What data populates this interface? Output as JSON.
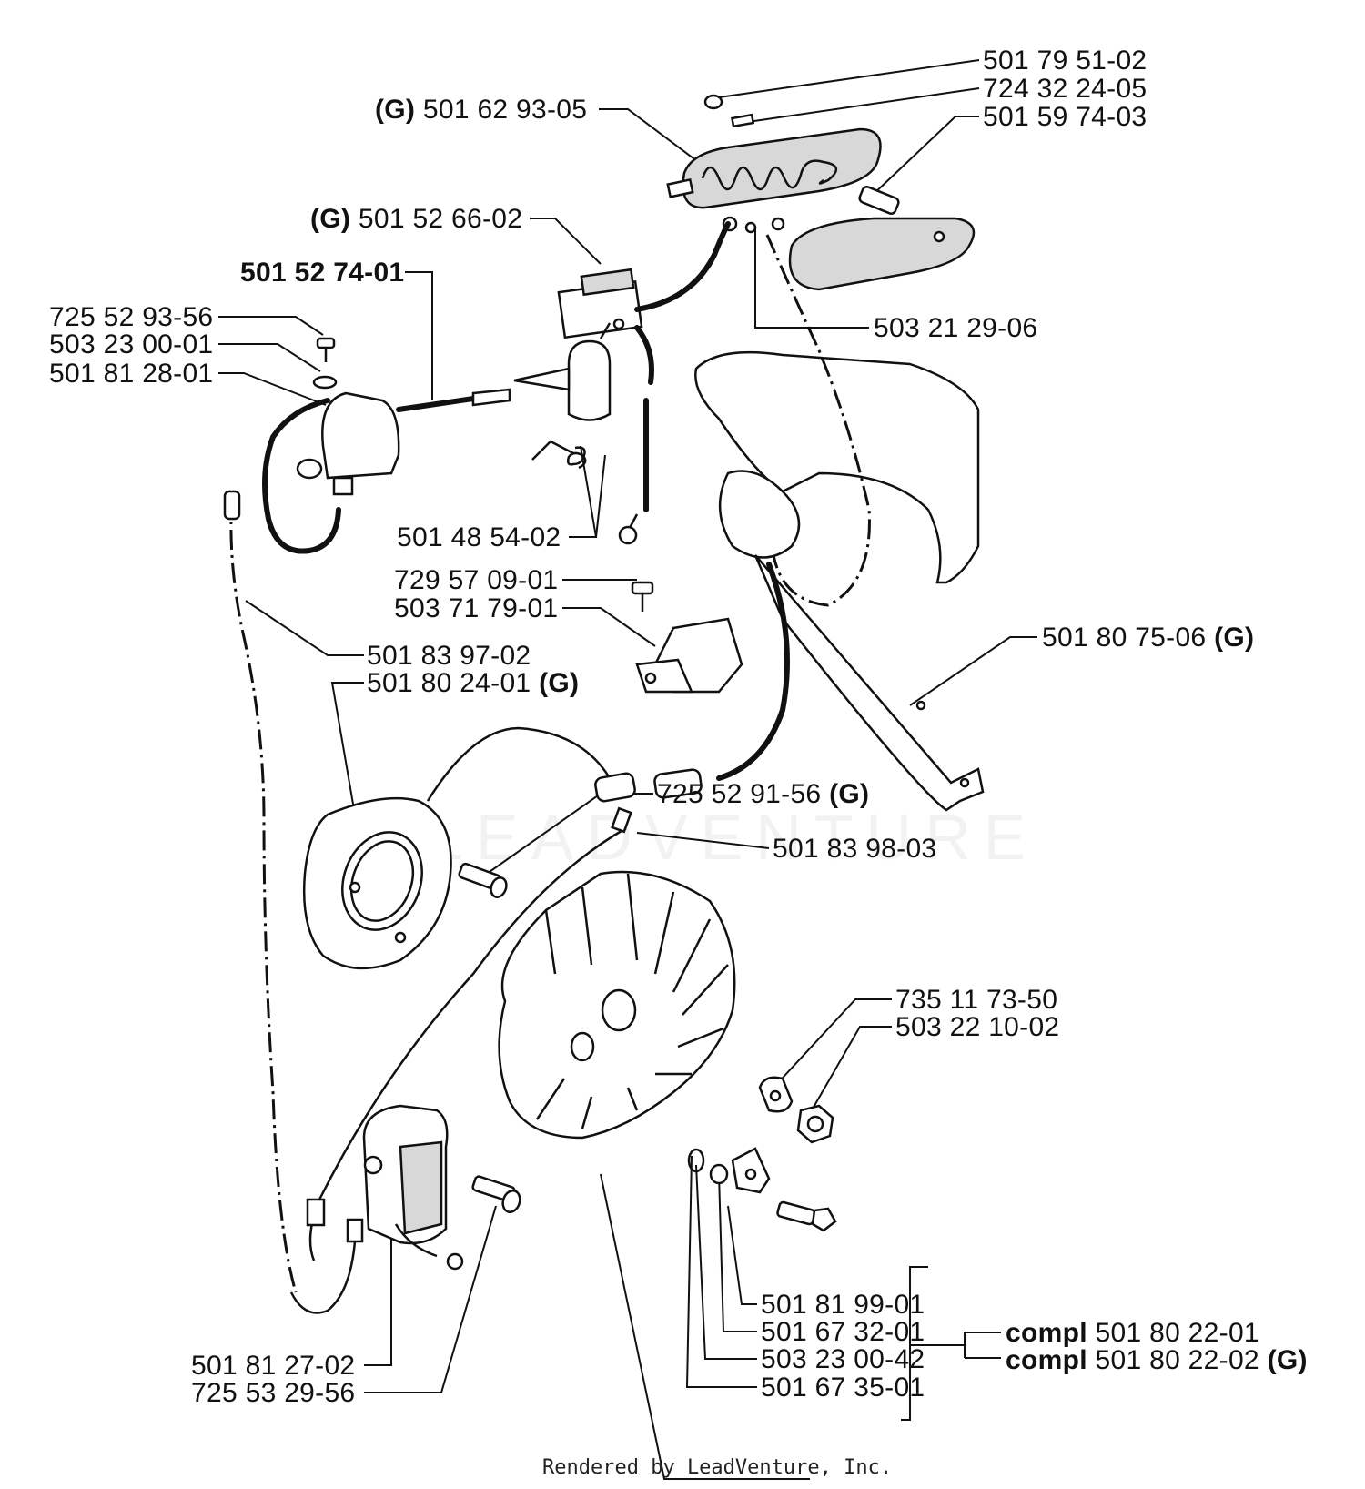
{
  "watermark": "LEADVENTURE",
  "footer": "Rendered by LeadVenture, Inc.",
  "labels": {
    "p1": {
      "pre": "",
      "num": "501 79 51-02",
      "suf": ""
    },
    "p2": {
      "pre": "",
      "num": "724 32 24-05",
      "suf": ""
    },
    "p3": {
      "pre": "",
      "num": "501 59 74-03",
      "suf": ""
    },
    "p4": {
      "pre": "(G)",
      "num": " 501 62 93-05",
      "suf": ""
    },
    "p5": {
      "pre": "(G)",
      "num": " 501 52 66-02",
      "suf": ""
    },
    "p6": {
      "pre": "",
      "num": "501 52 74-01",
      "suf": ""
    },
    "p7": {
      "pre": "",
      "num": "725 52 93-56",
      "suf": ""
    },
    "p8": {
      "pre": "",
      "num": "503 23 00-01",
      "suf": ""
    },
    "p9": {
      "pre": "",
      "num": "501 81 28-01",
      "suf": ""
    },
    "p10": {
      "pre": "",
      "num": "503 21 29-06",
      "suf": ""
    },
    "p11": {
      "pre": "",
      "num": "501 48 54-02",
      "suf": ""
    },
    "p12": {
      "pre": "",
      "num": "729 57 09-01",
      "suf": ""
    },
    "p13": {
      "pre": "",
      "num": "503 71 79-01",
      "suf": ""
    },
    "p14": {
      "pre": "",
      "num": "501 80 75-06 ",
      "suf": "(G)"
    },
    "p15": {
      "pre": "",
      "num": "501 83 97-02",
      "suf": ""
    },
    "p16": {
      "pre": "",
      "num": "501 80 24-01 ",
      "suf": "(G)"
    },
    "p17": {
      "pre": "",
      "num": "725 52 91-56 ",
      "suf": "(G)"
    },
    "p18": {
      "pre": "",
      "num": "501 83 98-03",
      "suf": ""
    },
    "p19": {
      "pre": "",
      "num": "735 11 73-50",
      "suf": ""
    },
    "p20": {
      "pre": "",
      "num": "503 22 10-02",
      "suf": ""
    },
    "p21": {
      "pre": "",
      "num": "501 81 99-01",
      "suf": ""
    },
    "p22": {
      "pre": "",
      "num": "501 67 32-01",
      "suf": ""
    },
    "p23": {
      "pre": "",
      "num": "503 23 00-42",
      "suf": ""
    },
    "p24": {
      "pre": "",
      "num": "501 67 35-01",
      "suf": ""
    },
    "p25": {
      "pre": "compl",
      "num": " 501 80 22-01",
      "suf": ""
    },
    "p26": {
      "pre": "compl",
      "num": " 501 80 22-02 ",
      "suf": "(G)"
    },
    "p27": {
      "pre": "",
      "num": "501 81 27-02",
      "suf": ""
    },
    "p28": {
      "pre": "",
      "num": "725 53 29-56",
      "suf": ""
    }
  }
}
